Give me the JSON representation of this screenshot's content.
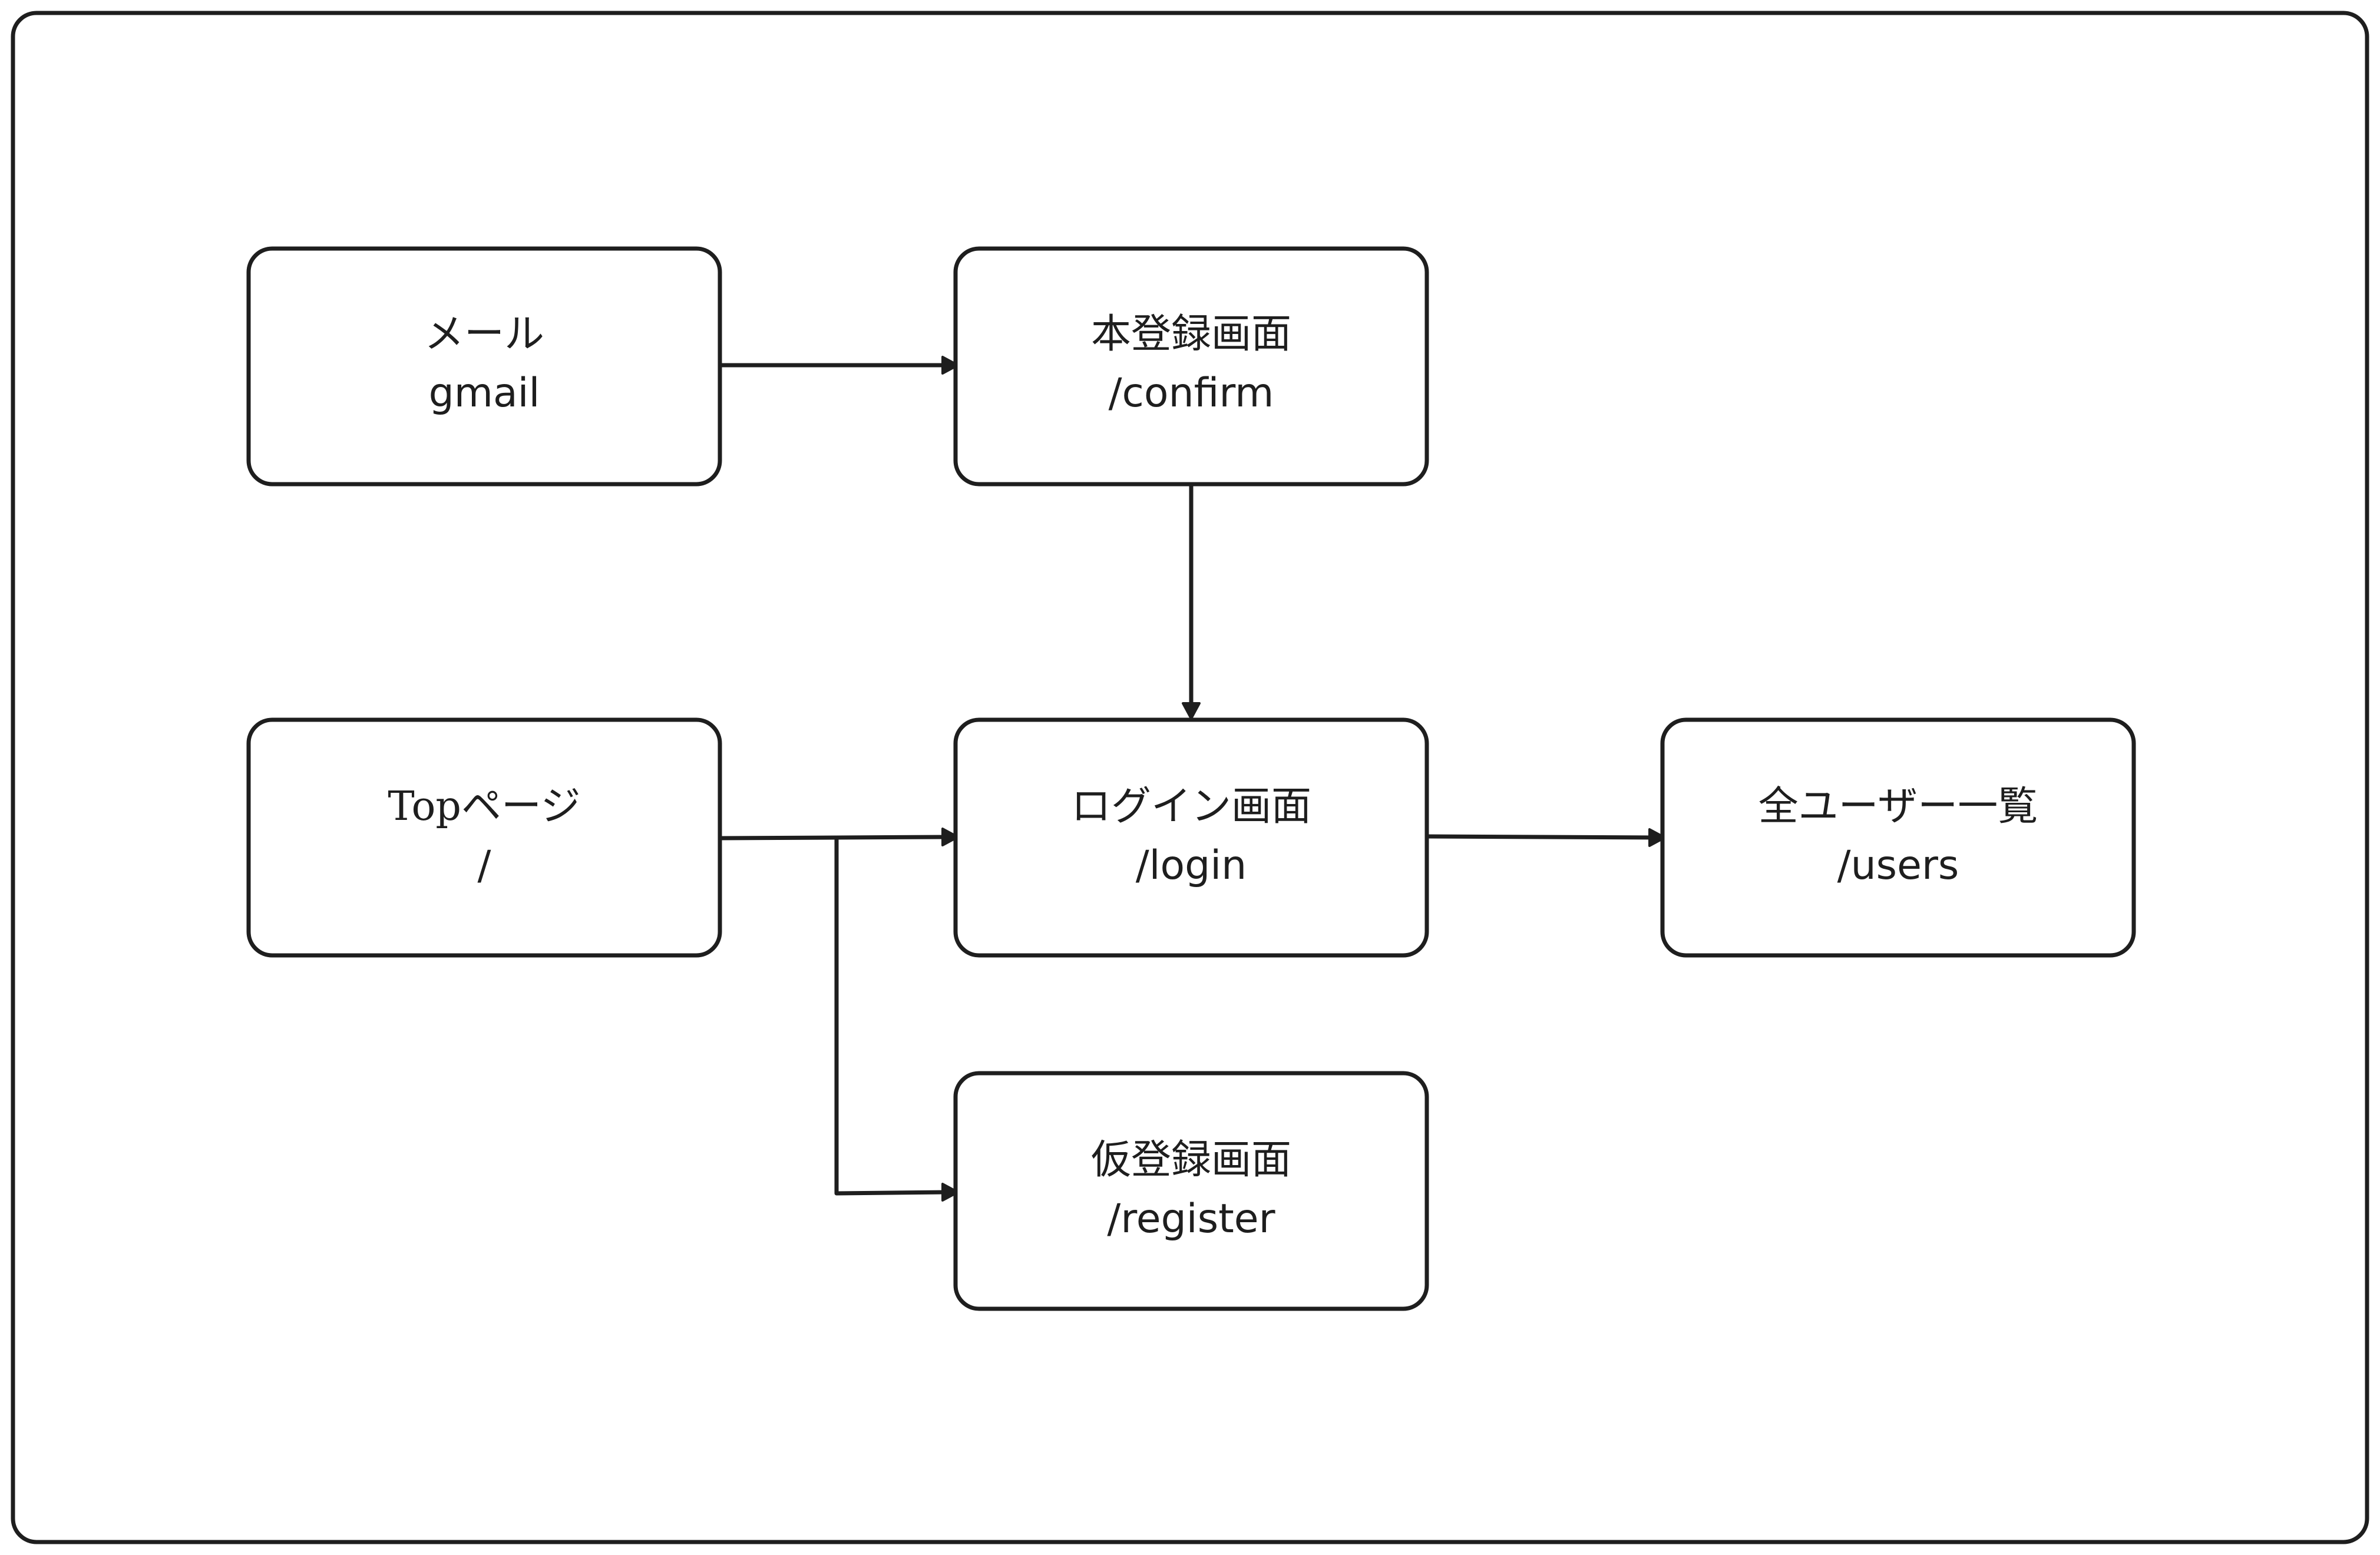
{
  "diagram": {
    "nodes": [
      {
        "id": "mail",
        "title": "メール",
        "path": "gmail"
      },
      {
        "id": "confirm",
        "title": "本登録画面",
        "path": "/confirm"
      },
      {
        "id": "top",
        "title": "Topページ",
        "path": "/"
      },
      {
        "id": "login",
        "title": "ログイン画面",
        "path": "/login"
      },
      {
        "id": "users",
        "title": "全ユーザー一覧",
        "path": "/users"
      },
      {
        "id": "register",
        "title": "仮登録画面",
        "path": "/register"
      }
    ],
    "edges": [
      {
        "from": "mail",
        "to": "confirm"
      },
      {
        "from": "confirm",
        "to": "login"
      },
      {
        "from": "top",
        "to": "login"
      },
      {
        "from": "top",
        "to": "register"
      },
      {
        "from": "login",
        "to": "users"
      }
    ]
  }
}
